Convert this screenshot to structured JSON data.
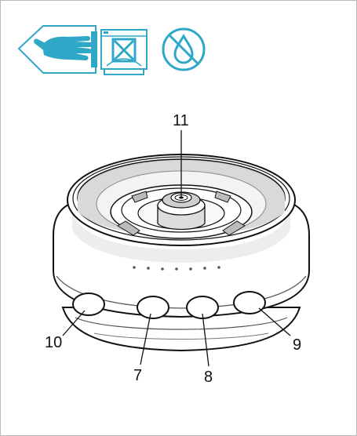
{
  "icons": [
    {
      "name": "hand-contact-warning-icon",
      "color": "#2fa8c8"
    },
    {
      "name": "no-dishwasher-icon",
      "color": "#2fa8c8"
    },
    {
      "name": "no-water-immersion-icon",
      "color": "#2fa8c8"
    }
  ],
  "callouts": {
    "label_11": "11",
    "label_10": "10",
    "label_7": "7",
    "label_8": "8",
    "label_9": "9"
  },
  "colors": {
    "accent": "#2fa8c8",
    "outline": "#111111",
    "shade_light": "#ededed",
    "shade_mid": "#cfcfcf"
  }
}
